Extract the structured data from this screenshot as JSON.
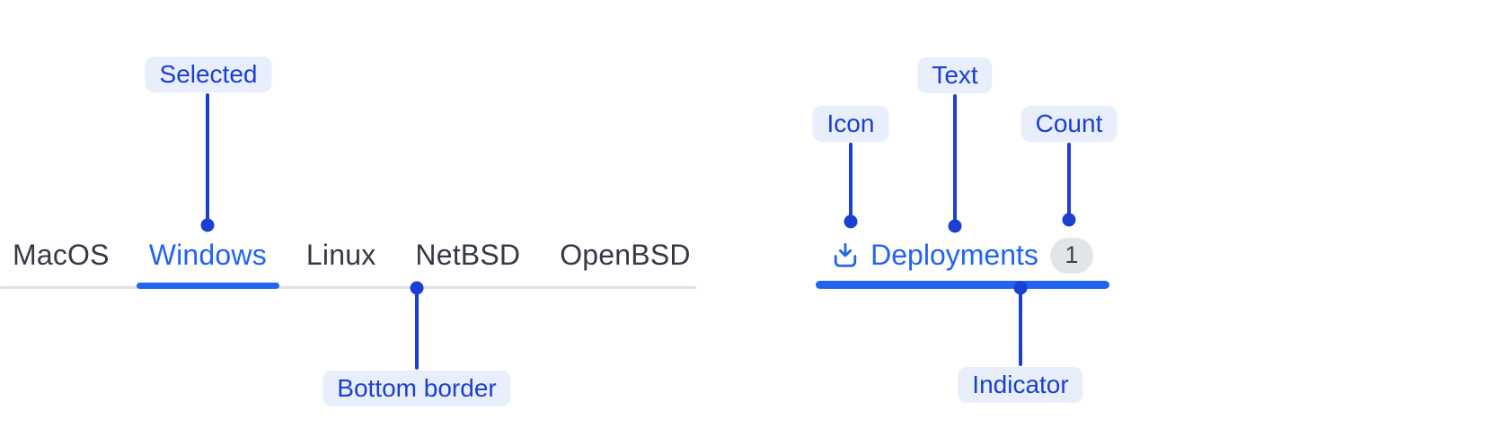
{
  "left_tabs": {
    "items": [
      {
        "label": "MacOS",
        "state": "default"
      },
      {
        "label": "Windows",
        "state": "selected"
      },
      {
        "label": "Linux",
        "state": "default"
      },
      {
        "label": "NetBSD",
        "state": "default"
      },
      {
        "label": "OpenBSD",
        "state": "default"
      }
    ]
  },
  "example_tab": {
    "icon": "download-icon",
    "label": "Deployments",
    "count": "1",
    "state": "selected"
  },
  "callouts": {
    "selected": "Selected",
    "bottom_border": "Bottom border",
    "icon": "Icon",
    "text": "Text",
    "count": "Count",
    "indicator": "Indicator"
  },
  "colors": {
    "background": "#ffffff",
    "tab_text": "#343946",
    "tab_selected_blue": "#2064f0",
    "annotation_blue": "#1b3fd3",
    "callout_background": "#e8eefb",
    "count_badge_background": "#e2e4e8",
    "count_badge_text": "#3c424d",
    "tabbar_border_gray": "#dee0e4"
  }
}
